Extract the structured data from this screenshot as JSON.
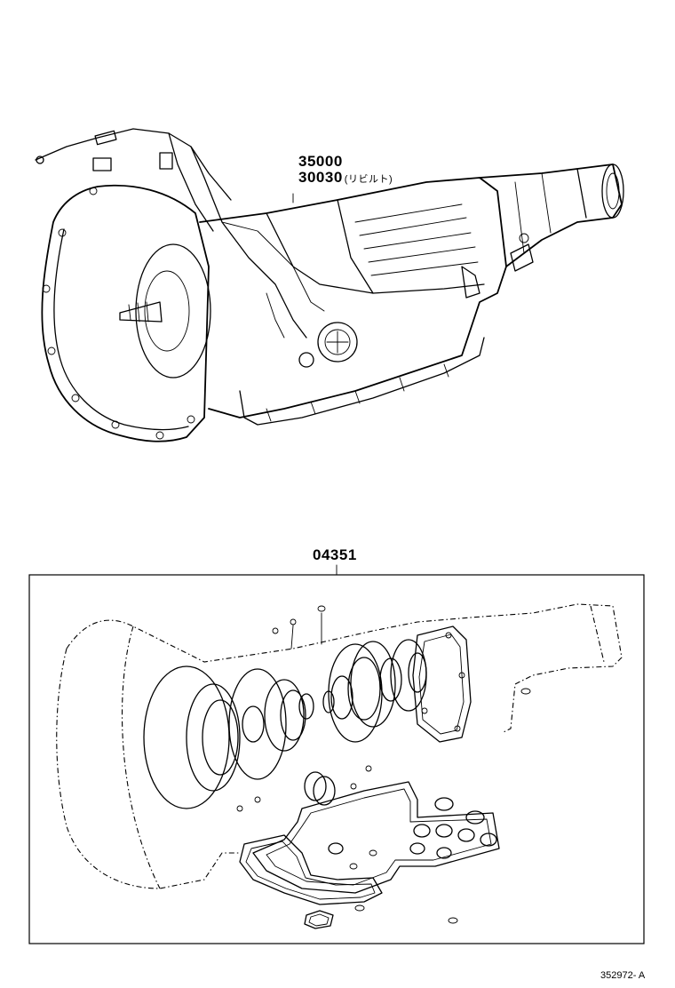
{
  "parts": {
    "transmission_assy": {
      "part_no_1": "35000",
      "part_no_2": "30030",
      "note": "(リビルト)"
    },
    "gasket_kit": {
      "part_no": "04351"
    }
  },
  "figure_ref": "352972- A"
}
